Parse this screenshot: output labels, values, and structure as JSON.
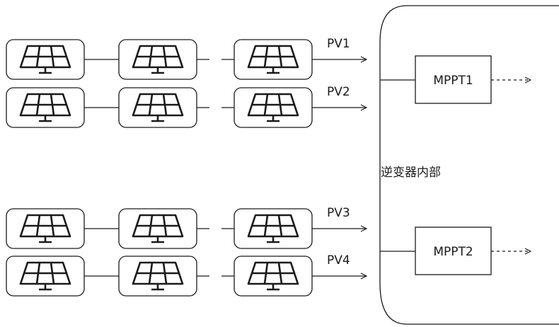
{
  "strings": [
    {
      "id": "pv1",
      "label": "PV1"
    },
    {
      "id": "pv2",
      "label": "PV2"
    },
    {
      "id": "pv3",
      "label": "PV3"
    },
    {
      "id": "pv4",
      "label": "PV4"
    }
  ],
  "panels_per_string_shown": 3,
  "inverter": {
    "label": "逆变器内部",
    "mppts": [
      {
        "id": "mppt1",
        "label": "MPPT1"
      },
      {
        "id": "mppt2",
        "label": "MPPT2"
      }
    ]
  },
  "icons": {
    "panel": "solar-panel-icon"
  }
}
